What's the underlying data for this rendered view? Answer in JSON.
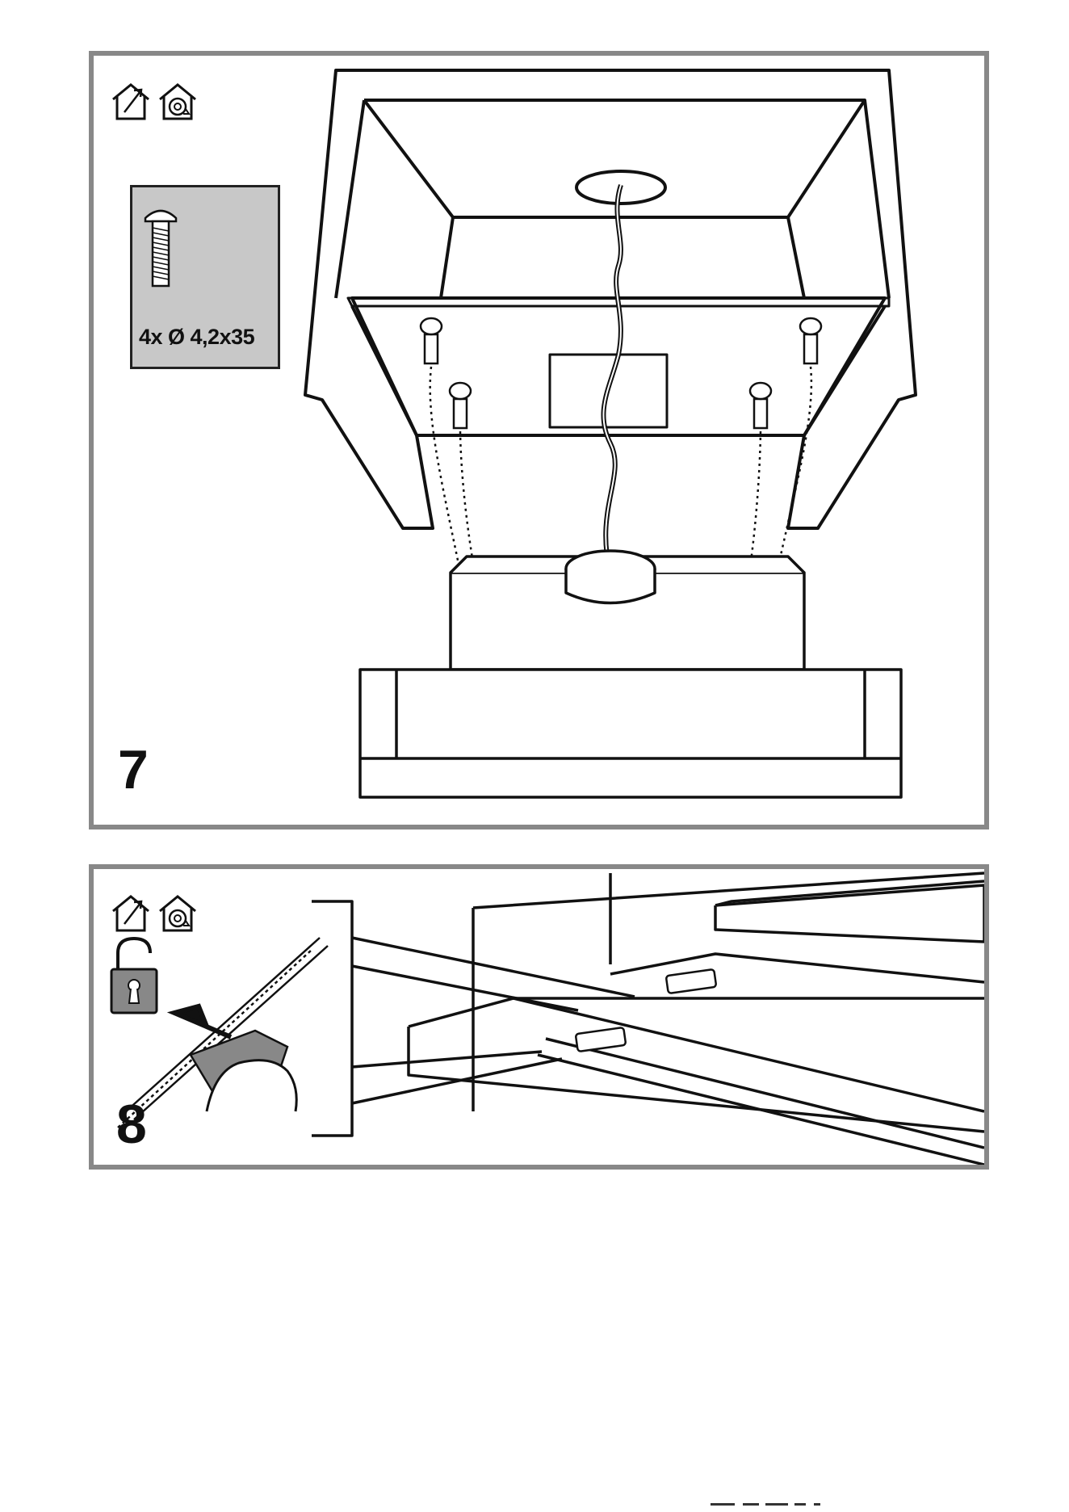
{
  "step7": {
    "number": "7",
    "screw_spec": "4x Ø 4,2x35",
    "mode_icons": [
      "ducted-extraction-icon",
      "recirculation-icon"
    ]
  },
  "step8": {
    "number": "8",
    "mode_icons": [
      "ducted-extraction-icon",
      "recirculation-icon"
    ],
    "detail_icon": "unlock-icon"
  },
  "colors": {
    "frame": "#888888",
    "screw_box": "#c8c8c8",
    "ink": "#111111"
  }
}
